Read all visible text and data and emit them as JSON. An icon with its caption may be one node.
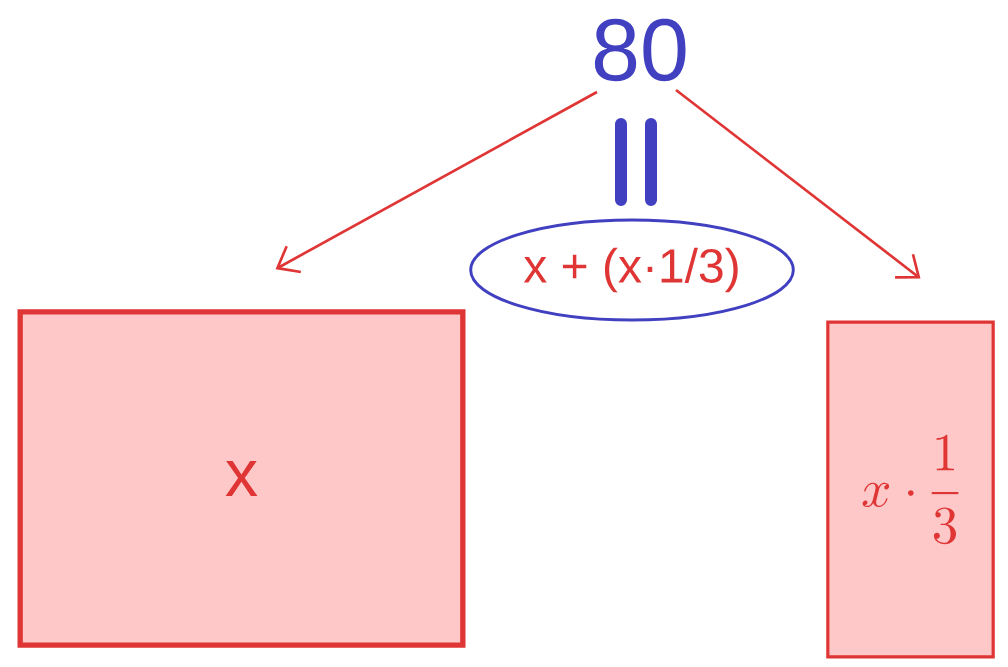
{
  "diagram": {
    "nodes": [
      {
        "text": [
          "80"
        ]
      },
      {
        "text": [
          "x + (x·1/3)"
        ]
      },
      {
        "text": [
          "x"
        ]
      },
      {
        "text": [
          "x \\cdot \\dfrac{1}{3}"
        ]
      }
    ],
    "edges": [
      {
        "from": 0,
        "to": 2,
        "arrow": "to"
      },
      {
        "from": 0,
        "to": 3,
        "arrow": "to"
      }
    ]
  }
}
